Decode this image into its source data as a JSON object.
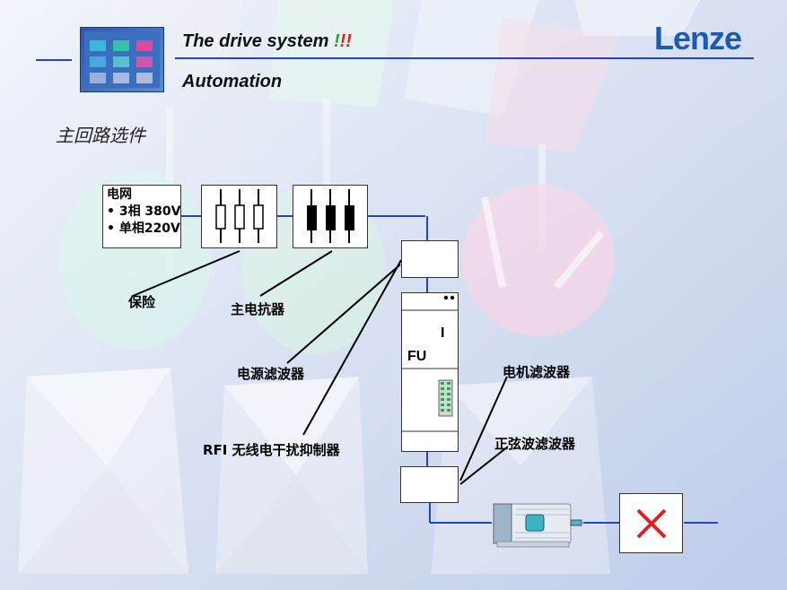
{
  "header": {
    "title_text": "The drive system ",
    "title_bang1": "!",
    "title_bang2": "!!",
    "subtitle": "Automation",
    "logo_text": "Lenze"
  },
  "section_title": "主回路选件",
  "grid_box": {
    "line1": "电网",
    "line2": "• 3相 380V",
    "line3": "• 单相220V"
  },
  "labels": {
    "fuse": "保险",
    "reactor": "主电抗器",
    "mains_filter": "电源滤波器",
    "rfi": "RFI 无线电干扰抑制器",
    "motor_filter": "电机滤波器",
    "sine_filter": "正弦波滤波器"
  },
  "fu": {
    "label": "FU",
    "roman": "I"
  },
  "colors": {
    "accent_line": "#2444b8",
    "logo": "#1e5ab4",
    "red_x": "#e02020"
  }
}
